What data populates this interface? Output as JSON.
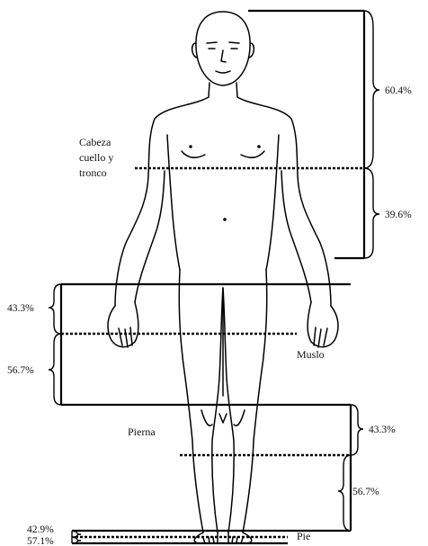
{
  "labels": {
    "trunk_line1": "Cabeza",
    "trunk_line2": "cuello y",
    "trunk_line3": "tronco",
    "thigh": "Muslo",
    "leg": "Pierna",
    "foot": "Pie"
  },
  "percentages": {
    "trunk_upper": "60.4%",
    "trunk_lower": "39.6%",
    "thigh_upper": "43.3%",
    "thigh_lower": "56.7%",
    "leg_upper": "43.3%",
    "leg_lower": "56.7%",
    "foot_upper": "42.9%",
    "foot_lower": "57.1%"
  }
}
